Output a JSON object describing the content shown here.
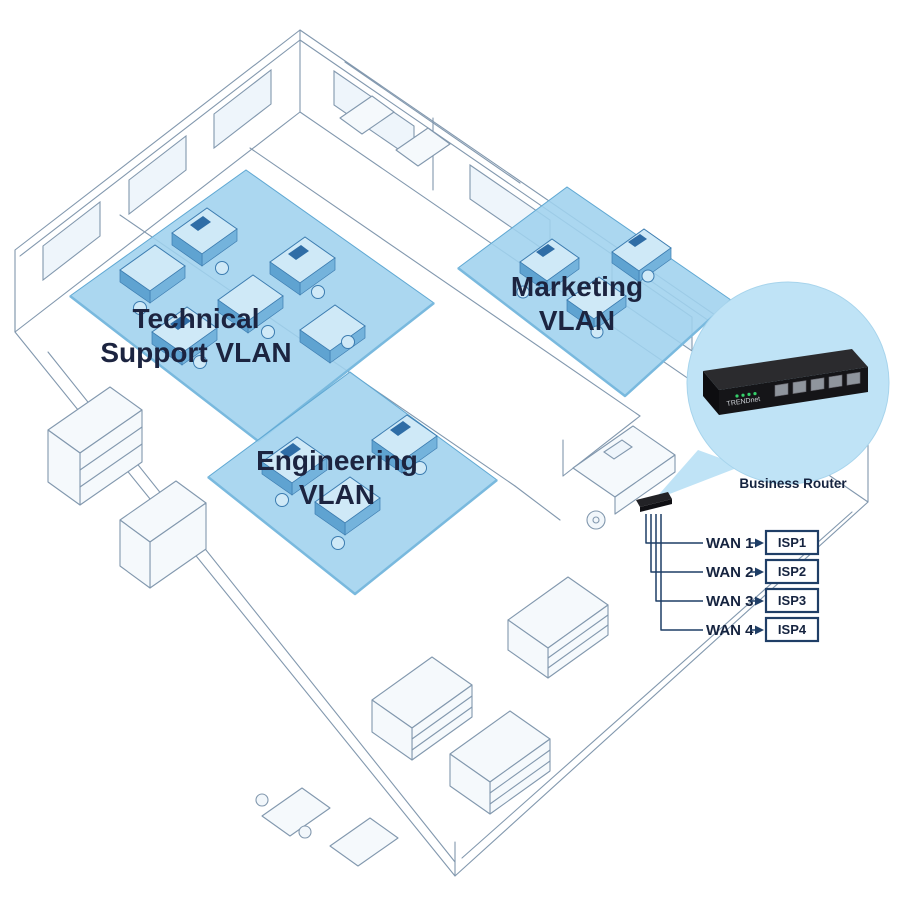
{
  "diagram": {
    "type": "isometric-office-vlan-network",
    "vlans": [
      {
        "id": "technical-support",
        "line1": "Technical",
        "line2": "Support VLAN"
      },
      {
        "id": "marketing",
        "line1": "Marketing",
        "line2": "VLAN"
      },
      {
        "id": "engineering",
        "line1": "Engineering",
        "line2": "VLAN"
      }
    ],
    "router": {
      "label": "Business Router",
      "brand": "TRENDnet"
    },
    "wan_links": [
      {
        "wan": "WAN 1",
        "isp": "ISP1"
      },
      {
        "wan": "WAN 2",
        "isp": "ISP2"
      },
      {
        "wan": "WAN 3",
        "isp": "ISP3"
      },
      {
        "wan": "WAN 4",
        "isp": "ISP4"
      }
    ],
    "colors": {
      "vlan_fill": "#9fd2ee",
      "vlan_furniture": "#3c7cb0",
      "building_line": "#8298ae",
      "navy_text": "#15233f",
      "connector_line": "#1f3e66",
      "callout_fill": "#bfe3f6",
      "router_body": "#151518"
    }
  }
}
